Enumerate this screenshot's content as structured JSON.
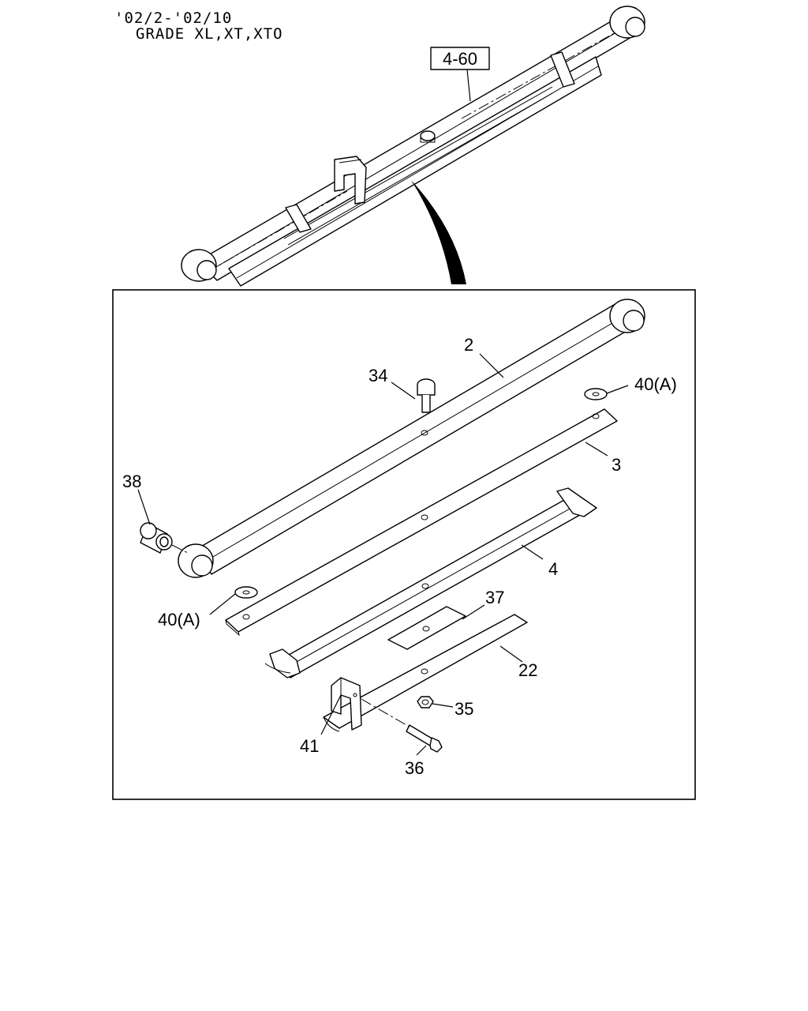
{
  "header": {
    "line1": "'02/2-'02/10",
    "line2": "GRADE XL,XT,XTO"
  },
  "ref_label": "4-60",
  "parts": [
    {
      "id": "2",
      "label": "2"
    },
    {
      "id": "3",
      "label": "3"
    },
    {
      "id": "4",
      "label": "4"
    },
    {
      "id": "22",
      "label": "22"
    },
    {
      "id": "34",
      "label": "34"
    },
    {
      "id": "35",
      "label": "35"
    },
    {
      "id": "36",
      "label": "36"
    },
    {
      "id": "37",
      "label": "37"
    },
    {
      "id": "38",
      "label": "38"
    },
    {
      "id": "40a_top",
      "label": "40(A)"
    },
    {
      "id": "40a_left",
      "label": "40(A)"
    },
    {
      "id": "41",
      "label": "41"
    }
  ]
}
